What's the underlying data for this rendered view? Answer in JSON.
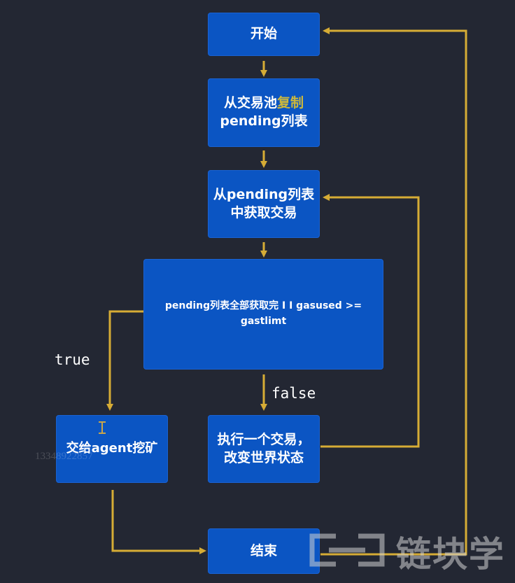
{
  "colors": {
    "background": "#232733",
    "box": "#0b55c3",
    "arrow": "#d6ac35",
    "highlight": "#cdb83c"
  },
  "nodes": {
    "start": "开始",
    "copy_prefix": "从交易池",
    "copy_highlight": "复制",
    "copy_line2": "pending列表",
    "fetch_line1": "从pending列表",
    "fetch_line2": "中获取交易",
    "condition_line1": "pending列表全部获取完 I I gasused >=",
    "condition_line2": "gastlimt",
    "mine": "交给agent挖矿",
    "execute_line1": "执行一个交易，",
    "execute_line2": "改变世界状态",
    "end": "结束"
  },
  "edges": {
    "true_label": "true",
    "false_label": "false"
  },
  "watermark": {
    "brand": "链块学",
    "phone": "13348922857",
    "logo_icon": "bracket-logo-icon"
  },
  "cursor_icon": "text-cursor-icon"
}
